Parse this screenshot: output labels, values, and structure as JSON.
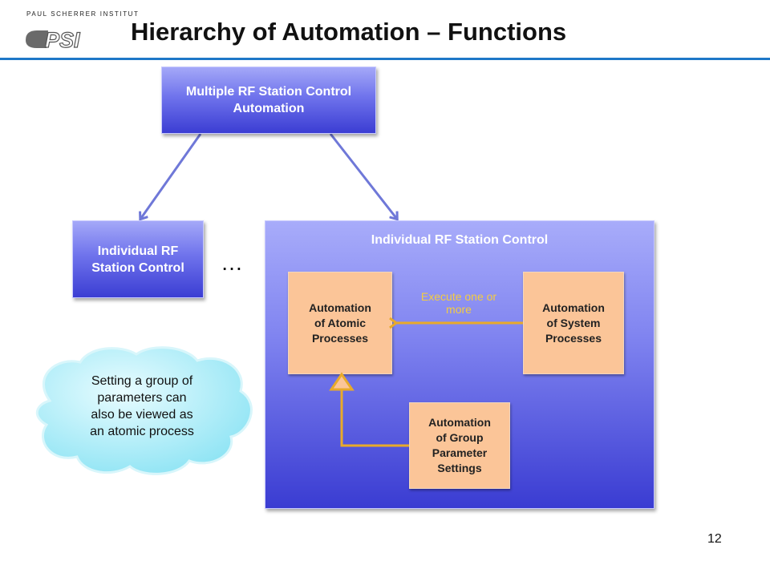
{
  "logo": {
    "institute": "PAUL SCHERRER INSTITUT",
    "mark": "PSI"
  },
  "title": "Hierarchy of Automation – Functions",
  "boxes": {
    "top": {
      "line1": "Multiple RF Station Control",
      "line2": "Automation"
    },
    "left": {
      "line1": "Individual RF",
      "line2": "Station Control"
    },
    "big": {
      "title": "Individual RF Station Control"
    },
    "atomic": {
      "line1": "Automation",
      "line2": "of Atomic",
      "line3": "Processes"
    },
    "system": {
      "line1": "Automation",
      "line2": "of System",
      "line3": "Processes"
    },
    "group": {
      "line1": "Automation",
      "line2": "of Group",
      "line3": "Parameter",
      "line4": "Settings"
    }
  },
  "ellipsis": "…",
  "execute_label": {
    "line1": "Execute one or",
    "line2": "more"
  },
  "cloud": {
    "line1": "Setting a group of",
    "line2": "parameters can",
    "line3": "also be viewed as",
    "line4": "an atomic process"
  },
  "page_number": "12",
  "colors": {
    "accent_rule": "#1e78c8",
    "box_blue": "#5a5de6",
    "box_orange": "#fbc598",
    "arrow_blue": "#6f78d8",
    "arrow_gold": "#e8aa2a",
    "cloud": "#a6eef8"
  }
}
